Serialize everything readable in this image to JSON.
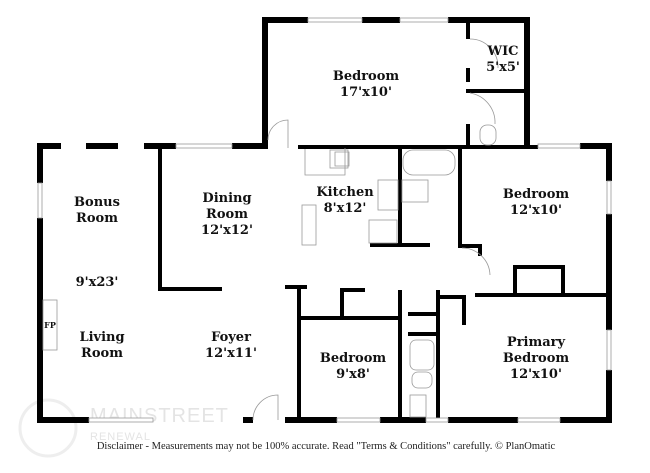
{
  "rooms": {
    "bonus": {
      "name": "Bonus",
      "name2": "Room",
      "size": "9'x23'"
    },
    "living": {
      "name": "Living",
      "name2": "Room",
      "fireplace": "FP"
    },
    "dining": {
      "name": "Dining",
      "name2": "Room",
      "size": "12'x12'"
    },
    "kitchen": {
      "name": "Kitchen",
      "size": "8'x12'"
    },
    "bedroom_top": {
      "name": "Bedroom",
      "size": "17'x10'"
    },
    "wic": {
      "name": "WIC",
      "size": "5'x5'"
    },
    "bedroom_right": {
      "name": "Bedroom",
      "size": "12'x10'"
    },
    "foyer": {
      "name": "Foyer",
      "size": "12'x11'"
    },
    "bedroom_small": {
      "name": "Bedroom",
      "size": "9'x8'"
    },
    "primary": {
      "name": "Primary",
      "name2": "Bedroom",
      "size": "12'x10'"
    }
  },
  "watermark": {
    "line1": "MAINSTREET",
    "line2": "RENEWAL"
  },
  "disclaimer": "Disclaimer - Measurements may not be 100% accurate. Read \"Terms & Conditions\" carefully. © PlanOmatic"
}
